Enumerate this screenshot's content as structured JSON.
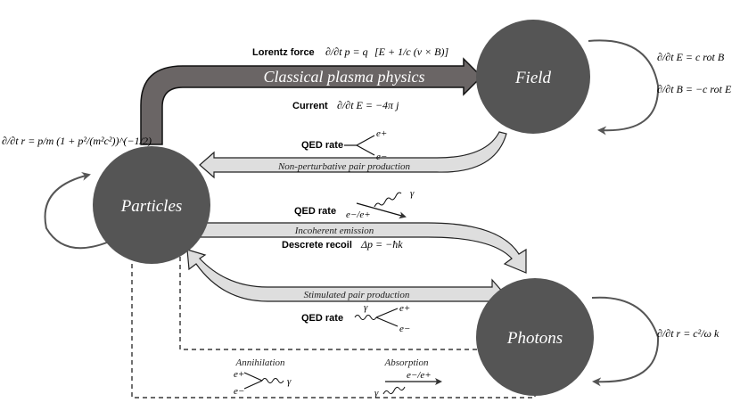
{
  "nodes": {
    "field": "Field",
    "particles": "Particles",
    "photons": "Photons"
  },
  "banner": "Classical plasma physics",
  "lorentz": {
    "label": "Lorentz force",
    "eq_lhs": "∂/∂t p = q",
    "eq_rhs": "[E + 1/c (v × B)]"
  },
  "current": {
    "label": "Current",
    "eq": "∂/∂t E = −4π j"
  },
  "field_eqs": {
    "e": "∂/∂t E = c rot B",
    "b": "∂/∂t B = −c rot E"
  },
  "particle_eq": "∂/∂t r = p/m (1 + p²/(m²c²))^(−1/2)",
  "photon_eq": "∂/∂t r = c²/ω k",
  "qed1": {
    "label": "QED rate",
    "top": "e+",
    "bottom": "e−",
    "arrow": "Non-perturbative pair production"
  },
  "qed2": {
    "label": "QED rate",
    "lepton": "e−/e+",
    "gamma": "γ",
    "arrow": "Incoherent emission",
    "recoil_label": "Descrete recoil",
    "recoil_eq": "Δp = −ħk"
  },
  "qed3": {
    "label": "QED rate",
    "gamma": "γ",
    "top": "e+",
    "bottom": "e−",
    "arrow": "Stimulated pair production"
  },
  "annihilation": {
    "title": "Annihilation",
    "top": "e+",
    "bottom": "e−",
    "gamma": "γ"
  },
  "absorption": {
    "title": "Absorption",
    "lepton": "e−/e+",
    "gamma": "γ"
  }
}
